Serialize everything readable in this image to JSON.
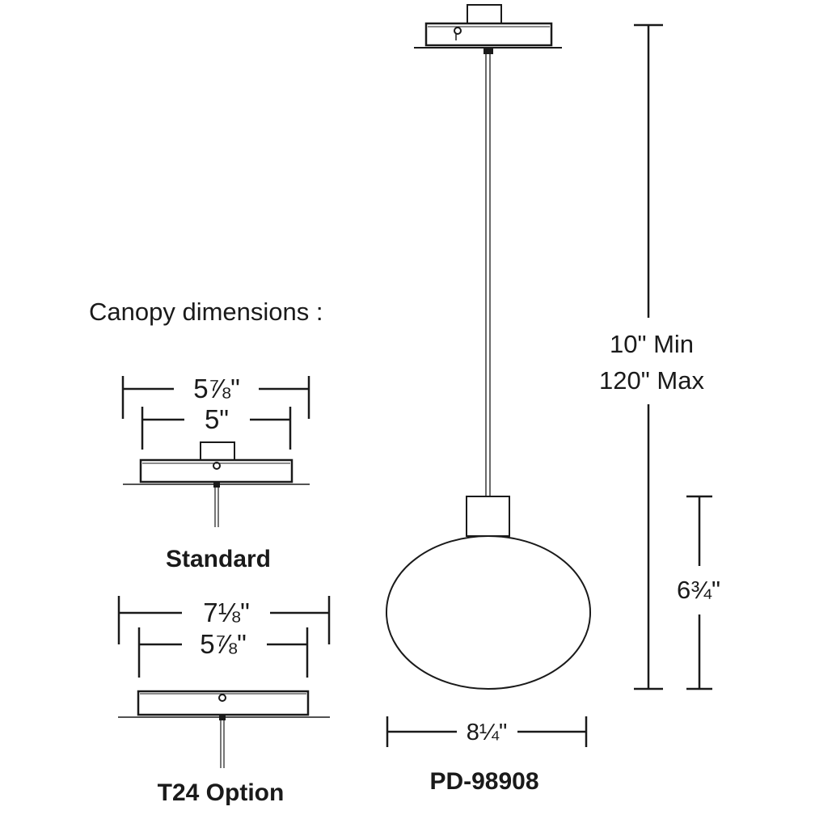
{
  "canopy_heading": "Canopy dimensions :",
  "standard": {
    "outer_width": "5⅞\"",
    "inner_width": "5\"",
    "label": "Standard"
  },
  "t24": {
    "outer_width": "7⅛\"",
    "inner_width": "5⅞\"",
    "label": "T24 Option"
  },
  "fixture": {
    "height_min": "10\" Min",
    "height_max": "120\" Max",
    "shade_height": "6¾\"",
    "shade_width": "8¼\"",
    "model": "PD-98908"
  },
  "colors": {
    "line": "#1a1a1a",
    "background": "#ffffff"
  }
}
